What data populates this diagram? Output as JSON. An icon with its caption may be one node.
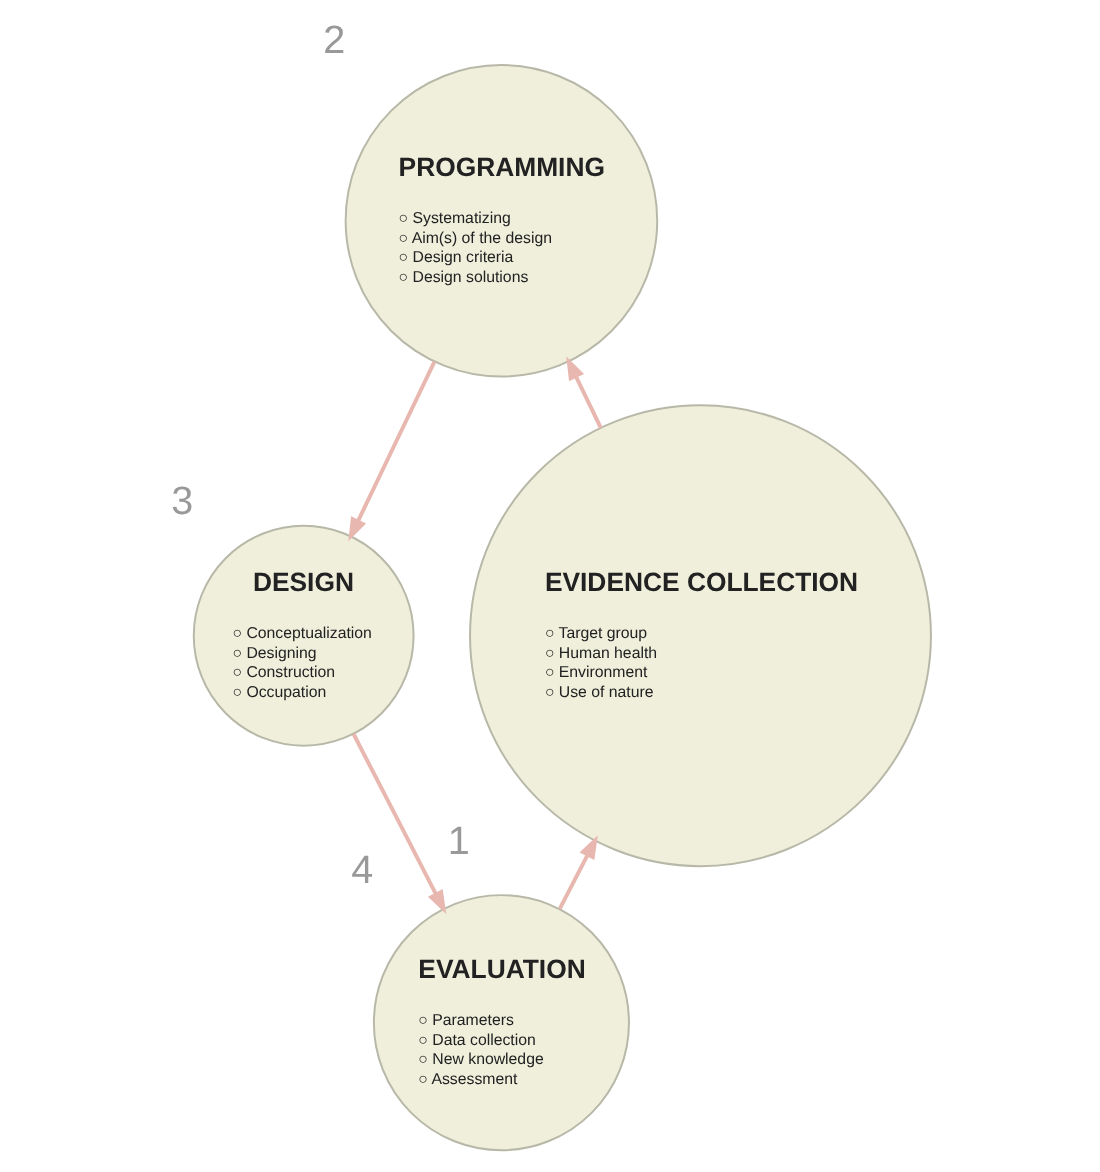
{
  "diagram": {
    "nodes": [
      {
        "text": [
          "PROGRAMMING",
          "○ Systematizing",
          "○ Aim(s) of the design",
          "○ Design criteria",
          "○ Design solutions"
        ],
        "beside": [
          "2"
        ]
      },
      {
        "text": [
          "EVIDENCE COLLECTION",
          "○ Target group",
          "○ Human health",
          "○ Environment",
          "○ Use of nature"
        ],
        "beside": [
          "1"
        ]
      },
      {
        "text": [
          "DESIGN",
          "○ Conceptualization",
          "○ Designing",
          "○ Construction",
          "○ Occupation"
        ],
        "beside": [
          "3"
        ]
      },
      {
        "text": [
          "EVALUATION",
          "○ Parameters",
          "○ Data collection",
          "○ New knowledge",
          "○ Assessment"
        ],
        "beside": [
          "4"
        ]
      }
    ],
    "edges": [
      {
        "from": 1,
        "to": 0,
        "arrow": "to"
      },
      {
        "from": 0,
        "to": 2,
        "arrow": "to"
      },
      {
        "from": 2,
        "to": 3,
        "arrow": "to"
      },
      {
        "from": 3,
        "to": 1,
        "arrow": "to"
      }
    ]
  }
}
